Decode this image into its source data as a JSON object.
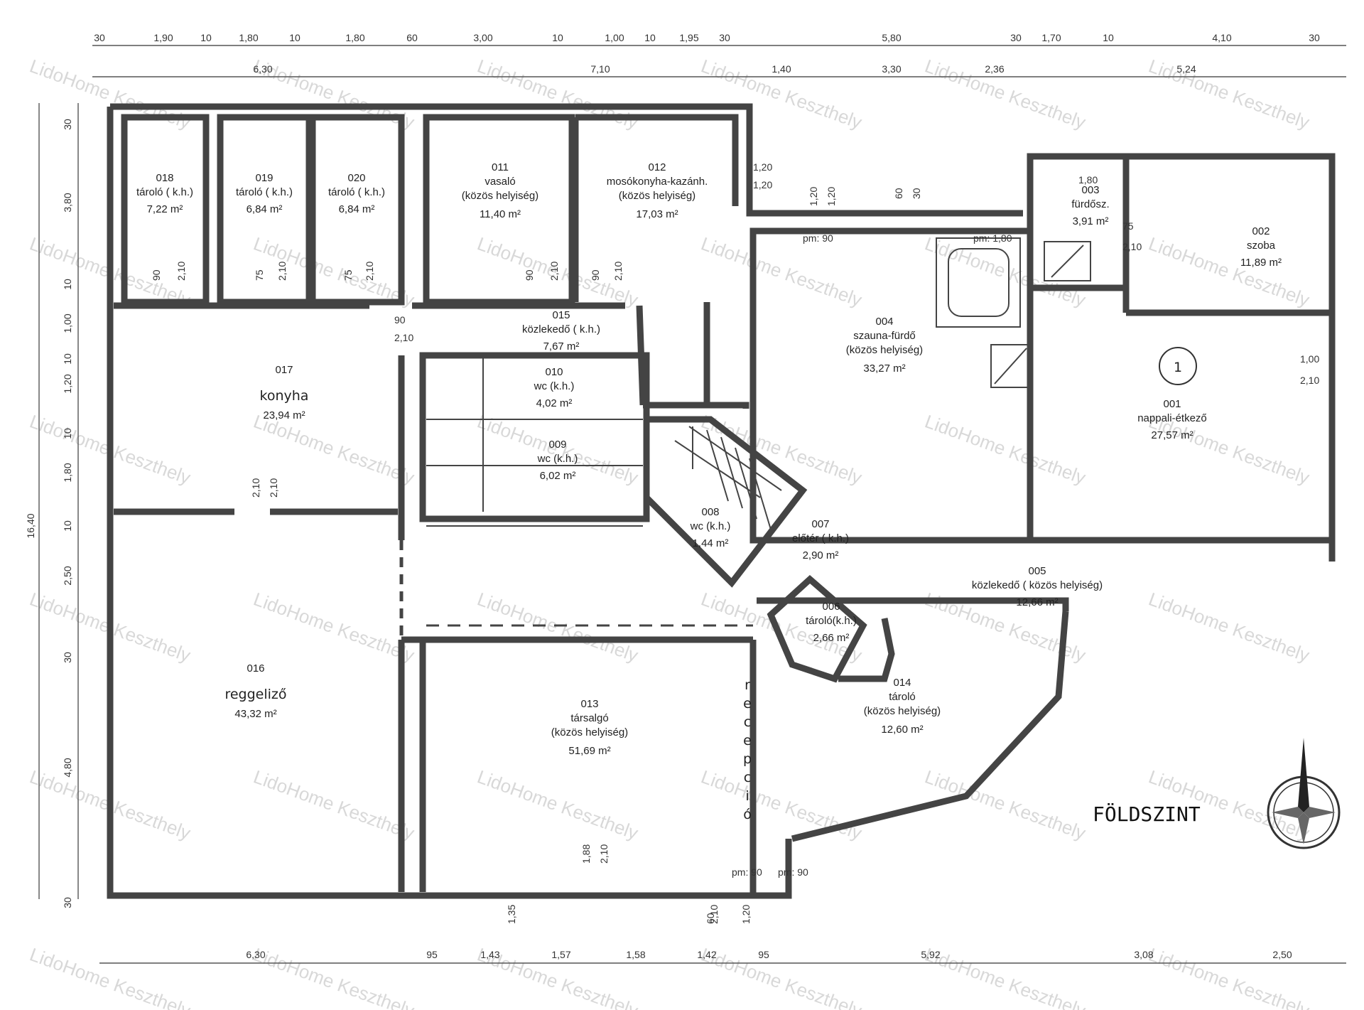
{
  "title": "FÖLDSZINT",
  "watermark": "LidoHome Keszthely",
  "rooms": [
    {
      "id": "018",
      "name": "tároló ( k.h.)",
      "area": "7,22 m²"
    },
    {
      "id": "019",
      "name": "tároló ( k.h.)",
      "area": "6,84 m²"
    },
    {
      "id": "020",
      "name": "tároló ( k.h.)",
      "area": "6,84 m²"
    },
    {
      "id": "011",
      "name": "vasaló",
      "note": "(közös helyiség)",
      "area": "11,40 m²"
    },
    {
      "id": "012",
      "name": "mosókonyha-kazánh.",
      "note": "(közös helyiség)",
      "area": "17,03 m²"
    },
    {
      "id": "015",
      "name": "közlekedő ( k.h.)",
      "area": "7,67 m²"
    },
    {
      "id": "017",
      "name": "konyha",
      "area": "23,94 m²"
    },
    {
      "id": "010",
      "name": "wc (k.h.)",
      "area": "4,02 m²"
    },
    {
      "id": "009",
      "name": "wc (k.h.)",
      "area": "6,02 m²"
    },
    {
      "id": "008",
      "name": "wc (k.h.)",
      "area": "1,44 m²"
    },
    {
      "id": "016",
      "name": "reggeliző",
      "area": "43,32 m²"
    },
    {
      "id": "013",
      "name": "társalgó",
      "note": "(közös helyiség)",
      "area": "51,69 m²"
    },
    {
      "id": "004",
      "name": "szauna-fürdő",
      "note": "(közös helyiség)",
      "area": "33,27 m²"
    },
    {
      "id": "007",
      "name": "előtér ( k.h.)",
      "area": "2,90 m²"
    },
    {
      "id": "006",
      "name": "tároló(k.h.)",
      "area": "2,66 m²"
    },
    {
      "id": "014",
      "name": "tároló",
      "note": "(közös helyiség)",
      "area": "12,60 m²"
    },
    {
      "id": "005",
      "name": "közlekedő ( közös helyiség)",
      "area": "12,66 m²"
    },
    {
      "id": "003",
      "name": "fürdősz.",
      "area": "3,91 m²"
    },
    {
      "id": "002",
      "name": "szoba",
      "area": "11,89 m²"
    },
    {
      "id": "001",
      "name": "nappali-étkező",
      "area": "27,57 m²"
    }
  ],
  "unit_number": "1",
  "reception": [
    "r",
    "e",
    "c",
    "e",
    "p",
    "c",
    "i",
    "ó"
  ],
  "top_dims_row1": [
    "30",
    "1,90",
    "10",
    "1,80",
    "10",
    "1,80",
    "60",
    "3,00",
    "10",
    "1,00",
    "10",
    "1,95",
    "30",
    "5,80",
    "30",
    "1,70",
    "10",
    "4,10",
    "30"
  ],
  "top_dims_row2": [
    "6,30",
    "7,10",
    "1,40",
    "3,30",
    "2,36",
    "5,24"
  ],
  "bottom_dims": [
    "6,30",
    "95",
    "1,43",
    "1,57",
    "1,58",
    "1,42",
    "95",
    "5,92",
    "3,08",
    "2,50"
  ],
  "left_dims": [
    "30",
    "3,80",
    "10",
    "1,00",
    "10",
    "1,20",
    "10",
    "1,80",
    "10",
    "2,50",
    "30",
    "4,80",
    "30"
  ],
  "left_total": "16,40",
  "door_labels": [
    "90",
    "2,10",
    "75",
    "2,10",
    "75",
    "2,10",
    "90",
    "2,10",
    "90",
    "2,10",
    "90",
    "2,10",
    "2,10",
    "2,10",
    "1,20",
    "1,20",
    "1,20",
    "1,20",
    "pm: 90",
    "pm: 1,80",
    "pm: 90",
    "pm: 90",
    "1,00",
    "2,10",
    "60",
    "30",
    "1,80",
    "75",
    "2,10",
    "1,35",
    "2,10",
    "60",
    "1,20",
    "1,88",
    "2,10"
  ]
}
